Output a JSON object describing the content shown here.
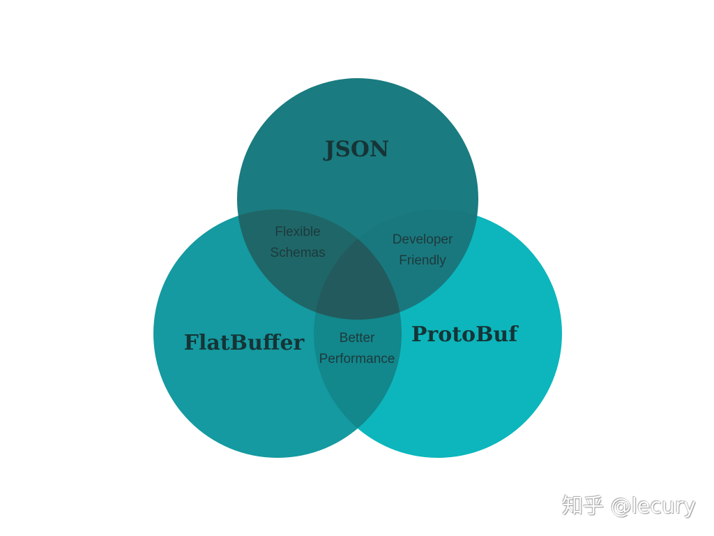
{
  "diagram": {
    "type": "venn",
    "sets": [
      {
        "id": "json",
        "label": "JSON",
        "color": "#1a7b80"
      },
      {
        "id": "flatbuffer",
        "label": "FlatBuffer",
        "color": "#149aa0"
      },
      {
        "id": "protobuf",
        "label": "ProtoBuf",
        "color": "#0cb6bc"
      }
    ],
    "intersections": {
      "json_flatbuffer": [
        "Flexible",
        "Schemas"
      ],
      "json_protobuf": [
        "Developer",
        "Friendly"
      ],
      "flatbuffer_protobuf": [
        "Better",
        "Performance"
      ]
    },
    "overlap_colors": {
      "json_flatbuffer": "#1f6668",
      "json_protobuf": "#19787e",
      "flatbuffer_protobuf": "#12878c",
      "all": "#225a5d"
    }
  },
  "watermark": "知乎 @lecury"
}
